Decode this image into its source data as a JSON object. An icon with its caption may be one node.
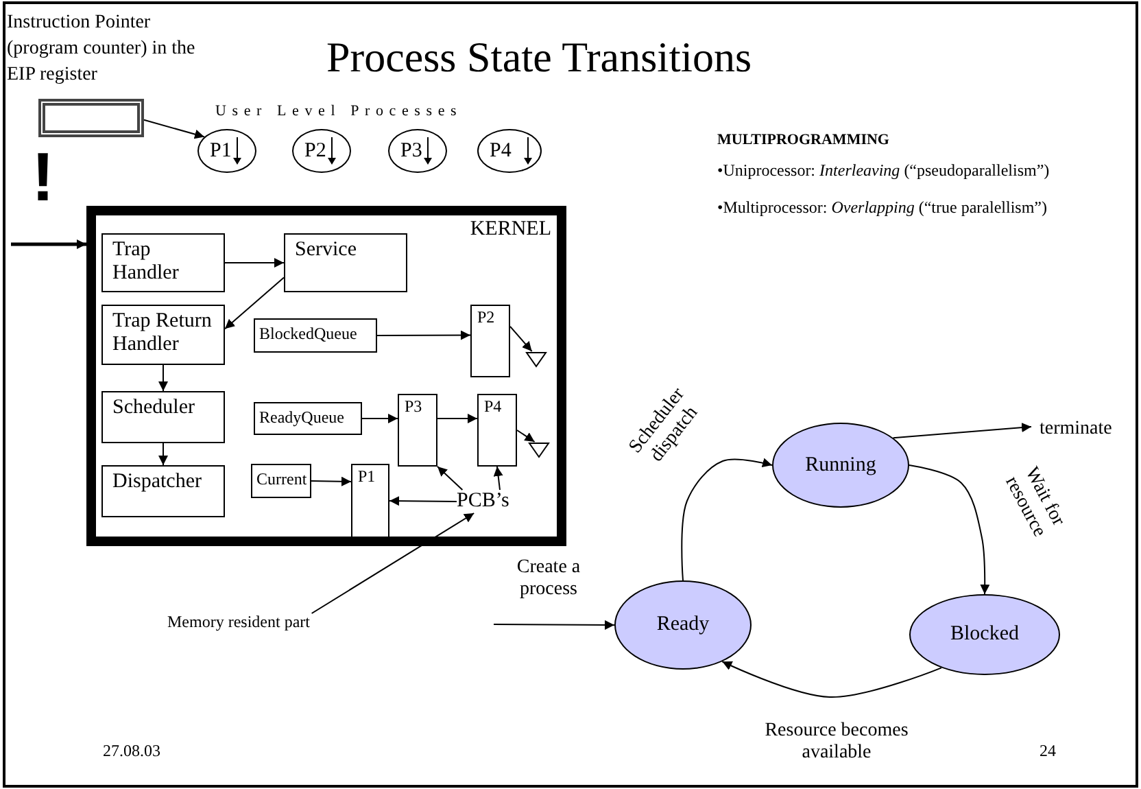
{
  "diagram": {
    "title": "Process State Transitions",
    "nodes": [
      {
        "text": [
          "Instruction Pointer (program counter) in the EIP register"
        ]
      },
      {
        "text": [
          "P1"
        ]
      },
      {
        "text": [
          "P2"
        ]
      },
      {
        "text": [
          "P3"
        ]
      },
      {
        "text": [
          "P4"
        ]
      },
      {
        "text": [
          "KERNEL"
        ]
      },
      {
        "text": [
          "Trap Handler"
        ],
        "in": 5
      },
      {
        "text": [
          "Service"
        ],
        "in": 5
      },
      {
        "text": [
          "Trap Return Handler"
        ],
        "in": 5
      },
      {
        "text": [
          "BlockedQueue"
        ],
        "in": 5
      },
      {
        "text": [
          "P2"
        ],
        "in": 5
      },
      {
        "text": [],
        "shape": "triangle",
        "in": 5
      },
      {
        "text": [
          "Scheduler"
        ],
        "in": 5
      },
      {
        "text": [
          "ReadyQueue"
        ],
        "in": 5
      },
      {
        "text": [
          "P3"
        ],
        "in": 5
      },
      {
        "text": [
          "P4"
        ],
        "in": 5
      },
      {
        "text": [],
        "shape": "triangle",
        "in": 5
      },
      {
        "text": [
          "Dispatcher"
        ],
        "in": 5
      },
      {
        "text": [
          "Current"
        ],
        "in": 5
      },
      {
        "text": [
          "P1"
        ],
        "in": 5
      },
      {
        "text": [
          "PCB’s"
        ],
        "in": 5
      },
      {
        "text": [
          "Memory resident part"
        ]
      },
      {
        "text": [
          "Running"
        ]
      },
      {
        "text": [
          "Ready"
        ]
      },
      {
        "text": [
          "Blocked"
        ]
      },
      {
        "text": [
          "terminate"
        ]
      }
    ],
    "edges": [
      {
        "from": 0,
        "to": 1,
        "arrow": "to"
      },
      {
        "from": null,
        "to": 5,
        "arrow": "to",
        "style": "thick"
      },
      {
        "from": 6,
        "to": 7,
        "arrow": "to"
      },
      {
        "from": 7,
        "to": 8,
        "arrow": "to"
      },
      {
        "from": 8,
        "to": 12,
        "arrow": "to"
      },
      {
        "from": 12,
        "to": 17,
        "arrow": "to"
      },
      {
        "from": 9,
        "to": 10,
        "arrow": "to"
      },
      {
        "from": 10,
        "to": 11,
        "arrow": "to"
      },
      {
        "from": 13,
        "to": 14,
        "arrow": "to"
      },
      {
        "from": 14,
        "to": 15,
        "arrow": "to"
      },
      {
        "from": 15,
        "to": 16,
        "arrow": "to"
      },
      {
        "from": 18,
        "to": 19,
        "arrow": "to"
      },
      {
        "from": 20,
        "to": 19,
        "arrow": "to"
      },
      {
        "from": 20,
        "to": 14,
        "arrow": "to"
      },
      {
        "from": 20,
        "to": 15,
        "arrow": "to"
      },
      {
        "from": 21,
        "to": 20,
        "arrow": "to"
      },
      {
        "from": null,
        "to": 23,
        "arrow": "to",
        "label": "Create a process"
      },
      {
        "from": 23,
        "to": 22,
        "arrow": "to",
        "label": "Scheduler dispatch"
      },
      {
        "from": 22,
        "to": 24,
        "arrow": "to",
        "label": "Wait for resource"
      },
      {
        "from": 24,
        "to": 23,
        "arrow": "to",
        "label": "Resource becomes available"
      },
      {
        "from": 22,
        "to": 25,
        "arrow": "to"
      }
    ],
    "labels": [
      "User Level Processes",
      "!",
      "MULTIPROGRAMMING",
      "•Uniprocessor: *Interleaving* (“pseudoparallelism”)",
      "•Multiprocessor: *Overlapping* (“true paralellism”)",
      "27.08.03",
      "24"
    ]
  }
}
